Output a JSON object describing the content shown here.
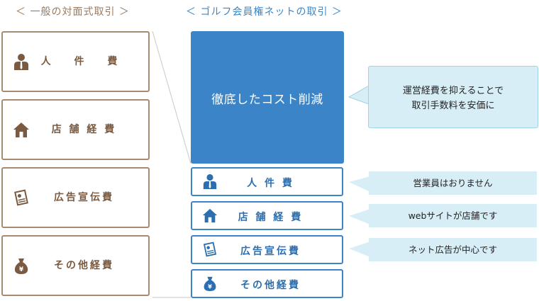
{
  "headings": {
    "left": "＜ 一般の対面式取引 ＞",
    "right": "＜ ゴルフ会員権ネットの取引 ＞"
  },
  "left_items": [
    {
      "label": "人 件 費",
      "icon": "person-icon"
    },
    {
      "label": "店 舗 経 費",
      "icon": "house-icon"
    },
    {
      "label": "広告宣伝費",
      "icon": "newspaper-icon"
    },
    {
      "label": "その他経費",
      "icon": "money-bag-icon"
    }
  ],
  "cost_cut": "徹底したコスト削減",
  "right_items": [
    {
      "label": "人 件 費",
      "icon": "person-icon"
    },
    {
      "label": "店 舗 経 費",
      "icon": "house-icon"
    },
    {
      "label": "広告宣伝費",
      "icon": "newspaper-icon"
    },
    {
      "label": "その他経費",
      "icon": "money-bag-icon"
    }
  ],
  "callouts": {
    "main_line1": "運営経費を抑えることで",
    "main_line2": "取引手数料を安価に",
    "staff": "営業員はおりません",
    "store": "webサイトが店舗です",
    "ads": "ネット広告が中心です"
  },
  "colors": {
    "brown": "#a88a70",
    "blue": "#3b84c7",
    "callout_bg": "#d8eef7"
  }
}
